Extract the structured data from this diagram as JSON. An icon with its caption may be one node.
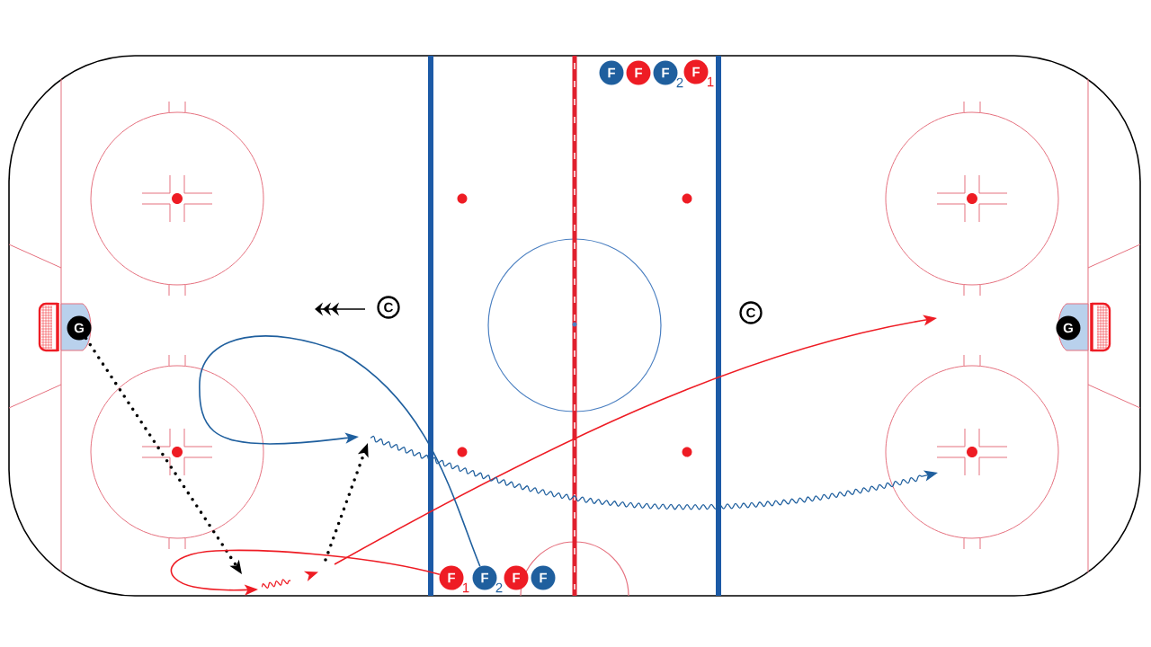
{
  "diagram": {
    "nodes": [
      {
        "text": [
          "F"
        ]
      },
      {
        "text": [
          "F"
        ]
      },
      {
        "text": [
          "F"
        ],
        "beside": [
          "2"
        ]
      },
      {
        "text": [
          "F"
        ],
        "beside": [
          "1"
        ]
      },
      {
        "text": [
          "C"
        ]
      },
      {
        "text": [
          "C"
        ]
      },
      {
        "text": [
          "G"
        ]
      },
      {
        "text": [
          "G"
        ]
      },
      {
        "text": [
          "F"
        ],
        "beside": [
          "1"
        ]
      },
      {
        "text": [
          "F"
        ],
        "beside": [
          "2"
        ]
      },
      {
        "text": [
          "F"
        ]
      },
      {
        "text": [
          "F"
        ]
      }
    ],
    "edges": [
      {
        "from": 6,
        "to": null,
        "arrow": "to",
        "style": "dashed",
        "color": "#000000"
      },
      {
        "from": 8,
        "to": null,
        "arrow": "to",
        "color": "#ee1c24"
      },
      {
        "from": 9,
        "to": null,
        "arrow": "to",
        "color": "#1f5f9e"
      }
    ]
  }
}
